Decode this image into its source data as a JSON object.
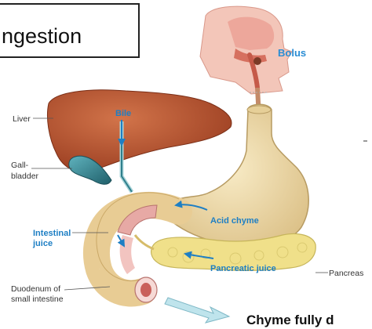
{
  "title": "ngestion",
  "labels": {
    "bolus": "Bolus",
    "liver": "Liver",
    "bile": "Bile",
    "gallbladder_line1": "Gall-",
    "gallbladder_line2": "bladder",
    "intestinal_juice_line1": "Intestinal",
    "intestinal_juice_line2": "juice",
    "duodenum_line1": "Duodenum of",
    "duodenum_line2": "small intestine",
    "acid_chyme": "Acid chyme",
    "pancreatic_juice": "Pancreatic juice",
    "pancreas": "Pancreas",
    "caption": "Chyme fully d"
  },
  "colors": {
    "liver": "#b4532e",
    "gallbladder": "#2f7f8c",
    "stomach": "#efdcab",
    "pancreas": "#f0e08a",
    "duodenum_lining": "#d98a8a",
    "flow_arrow": "#1e7fc4",
    "caption_arrow": "#9fd3df"
  }
}
